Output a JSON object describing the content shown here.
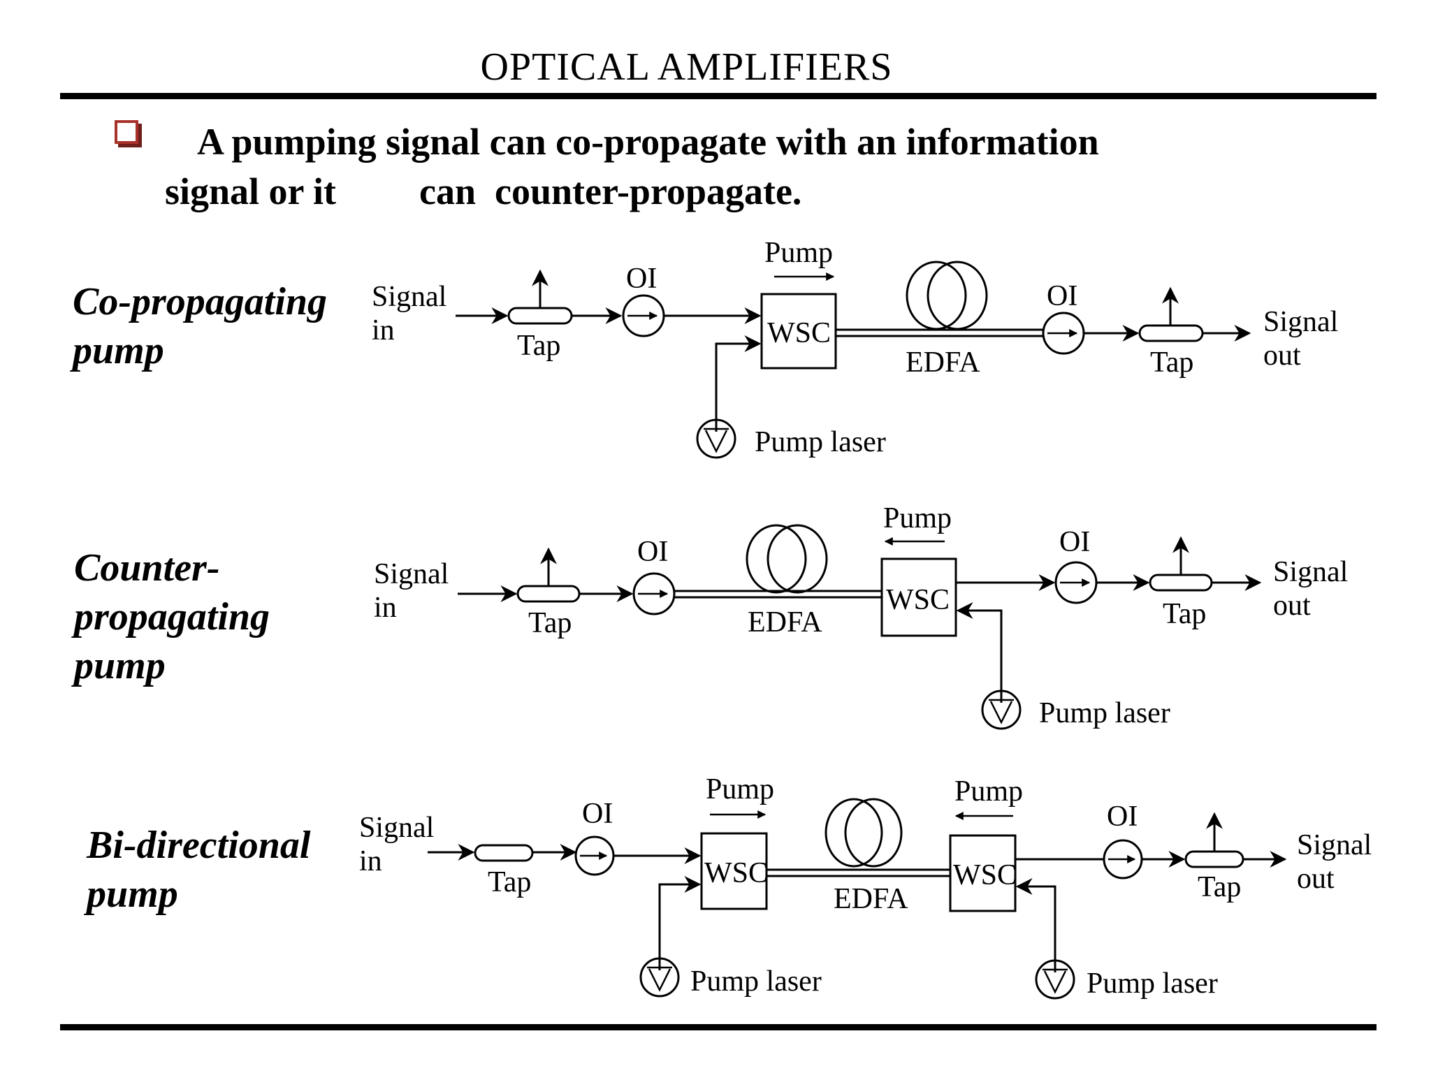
{
  "slide": {
    "title": "OPTICAL AMPLIFIERS",
    "bullet": {
      "line1": "A pumping signal can co-propagate with an information",
      "line2_a": "signal or it",
      "line2_b": "can  counter-propagate."
    },
    "accent_color": "#a8322a"
  },
  "rows": [
    {
      "label_lines": [
        "Co-propagating",
        "pump"
      ],
      "signal_in": [
        "Signal",
        "in"
      ],
      "signal_out": [
        "Signal",
        "out"
      ],
      "tap": "Tap",
      "isolator": "OI",
      "wsc": "WSC",
      "pump": "Pump",
      "amplifier": "EDFA",
      "pump_laser": "Pump laser"
    },
    {
      "label_lines": [
        "Counter-",
        "propagating",
        "pump"
      ],
      "signal_in": [
        "Signal",
        "in"
      ],
      "signal_out": [
        "Signal",
        "out"
      ],
      "tap": "Tap",
      "isolator": "OI",
      "wsc": "WSC",
      "pump": "Pump",
      "amplifier": "EDFA",
      "pump_laser": "Pump laser"
    },
    {
      "label_lines": [
        "Bi-directional",
        "pump"
      ],
      "signal_in": [
        "Signal",
        "in"
      ],
      "signal_out": [
        "Signal",
        "out"
      ],
      "tap": "Tap",
      "isolator": "OI",
      "wsc": "WSC",
      "pump": "Pump",
      "amplifier": "EDFA",
      "pump_laser": "Pump laser"
    }
  ]
}
